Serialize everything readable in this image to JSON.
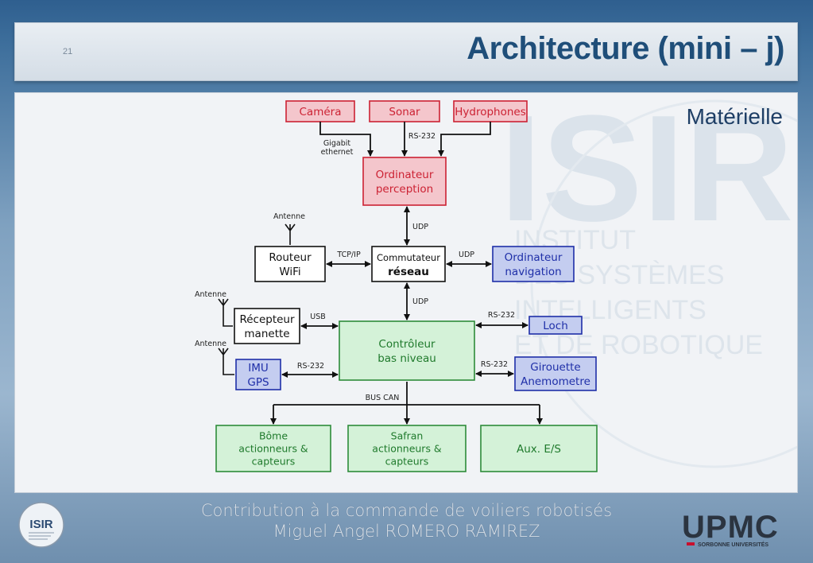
{
  "slide": {
    "number": "21",
    "title": "Architecture  (mini – j)",
    "subtitle": "Matérielle"
  },
  "watermark": {
    "isir_letters": "ISIR",
    "lines": [
      "INSTITUT",
      "DES SYSTÈMES",
      "INTELLIGENTS",
      "ET DE ROBOTIQUE"
    ]
  },
  "footer": {
    "line1": "Contribution à la commande de voiliers robotisés",
    "line2": "Miguel Angel ROMERO RAMIREZ"
  },
  "logos": {
    "left": "ISIR",
    "right_main": "UPMC",
    "right_sub": "SORBONNE UNIVERSITÉS"
  },
  "colors": {
    "red_fill": "#f4c6cc",
    "red_stroke": "#cc2233",
    "blue_fill": "#c4cdf0",
    "blue_stroke": "#1f2fa8",
    "green_fill": "#d4f2d8",
    "green_stroke": "#2e8b3a",
    "title": "#1f4e79"
  },
  "diagram": {
    "nodes": [
      {
        "id": "camera",
        "kind": "red",
        "lines": [
          "Caméra"
        ]
      },
      {
        "id": "sonar",
        "kind": "red",
        "lines": [
          "Sonar"
        ]
      },
      {
        "id": "hydrophones",
        "kind": "red",
        "lines": [
          "Hydrophones"
        ]
      },
      {
        "id": "ordi-perception",
        "kind": "red",
        "lines": [
          "Ordinateur",
          "perception"
        ]
      },
      {
        "id": "routeur",
        "kind": "plain",
        "lines": [
          "Routeur",
          "WiFi"
        ]
      },
      {
        "id": "commutateur",
        "kind": "plain",
        "lines": [
          "Commutateur",
          "réseau"
        ]
      },
      {
        "id": "ordi-navigation",
        "kind": "blue",
        "lines": [
          "Ordinateur",
          "navigation"
        ]
      },
      {
        "id": "recepteur",
        "kind": "plain",
        "lines": [
          "Récepteur",
          "manette"
        ]
      },
      {
        "id": "controleur",
        "kind": "green",
        "lines": [
          "Contrôleur",
          "bas niveau"
        ]
      },
      {
        "id": "loch",
        "kind": "blue",
        "lines": [
          "Loch"
        ]
      },
      {
        "id": "imu",
        "kind": "blue",
        "lines": [
          "IMU",
          "GPS"
        ]
      },
      {
        "id": "girouette",
        "kind": "blue",
        "lines": [
          "Girouette",
          "Anemometre"
        ]
      },
      {
        "id": "bome",
        "kind": "green",
        "lines": [
          "Bôme",
          "actionneurs &",
          "capteurs"
        ]
      },
      {
        "id": "safran",
        "kind": "green",
        "lines": [
          "Safran",
          "actionneurs &",
          "capteurs"
        ]
      },
      {
        "id": "aux",
        "kind": "green",
        "lines": [
          "Aux. E/S"
        ]
      }
    ],
    "labels": {
      "gigabit": [
        "Gigabit",
        "ethernet"
      ],
      "rs232_sonar": "RS-232",
      "udp_perception": "UDP",
      "tcpip": "TCP/IP",
      "udp_navigation": "UDP",
      "udp_controleur": "UDP",
      "usb": "USB",
      "rs232_loch": "RS-232",
      "rs232_imu": "RS-232",
      "rs232_girouette": "RS-232",
      "bus_can": "BUS CAN",
      "antenne_routeur": "Antenne",
      "antenne_recepteur": "Antenne",
      "antenne_imu": "Antenne"
    }
  }
}
